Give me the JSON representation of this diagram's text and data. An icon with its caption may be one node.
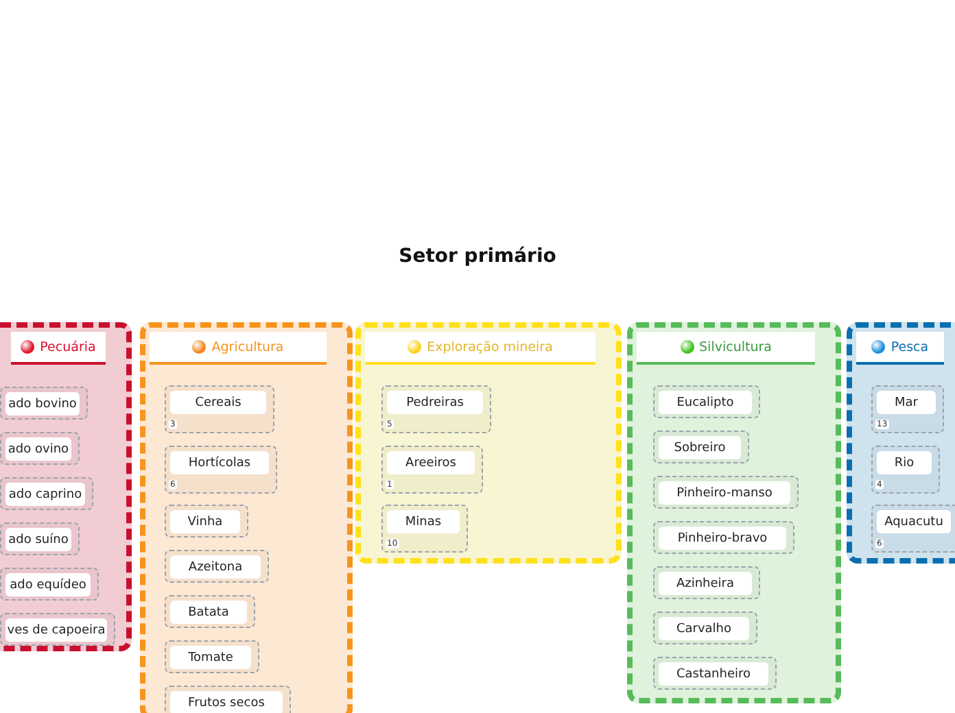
{
  "diagram": {
    "title": "Setor primário",
    "nodes": [
      {
        "text": [
          "Pecuária"
        ]
      },
      {
        "text": [
          "ado bovino"
        ],
        "in": 0
      },
      {
        "text": [
          "ado ovino"
        ],
        "in": 0
      },
      {
        "text": [
          "ado caprino"
        ],
        "in": 0
      },
      {
        "text": [
          "ado suíno"
        ],
        "in": 0
      },
      {
        "text": [
          "ado equídeo"
        ],
        "in": 0
      },
      {
        "text": [
          "ves de capoeira"
        ],
        "in": 0
      },
      {
        "text": [
          "Agricultura"
        ]
      },
      {
        "text": [
          "Cereais",
          "3"
        ],
        "in": 7
      },
      {
        "text": [
          "Hortícolas",
          "6"
        ],
        "in": 7
      },
      {
        "text": [
          "Vinha"
        ],
        "in": 7
      },
      {
        "text": [
          "Azeitona"
        ],
        "in": 7
      },
      {
        "text": [
          "Batata"
        ],
        "in": 7
      },
      {
        "text": [
          "Tomate"
        ],
        "in": 7
      },
      {
        "text": [
          "Frutos secos"
        ],
        "in": 7
      },
      {
        "text": [
          "Exploração mineira"
        ]
      },
      {
        "text": [
          "Pedreiras",
          "5"
        ],
        "in": 15
      },
      {
        "text": [
          "Areeiros",
          "1"
        ],
        "in": 15
      },
      {
        "text": [
          "Minas",
          "10"
        ],
        "in": 15
      },
      {
        "text": [
          "Silvicultura"
        ]
      },
      {
        "text": [
          "Eucalipto"
        ],
        "in": 19
      },
      {
        "text": [
          "Sobreiro"
        ],
        "in": 19
      },
      {
        "text": [
          "Pinheiro-manso"
        ],
        "in": 19
      },
      {
        "text": [
          "Pinheiro-bravo"
        ],
        "in": 19
      },
      {
        "text": [
          "Azinheira"
        ],
        "in": 19
      },
      {
        "text": [
          "Carvalho"
        ],
        "in": 19
      },
      {
        "text": [
          "Castanheiro"
        ],
        "in": 19
      },
      {
        "text": [
          "Pesca"
        ]
      },
      {
        "text": [
          "Mar",
          "13"
        ],
        "in": 27
      },
      {
        "text": [
          "Rio",
          "4"
        ],
        "in": 27
      },
      {
        "text": [
          "Aquacutu",
          "6"
        ],
        "in": 27
      }
    ]
  }
}
